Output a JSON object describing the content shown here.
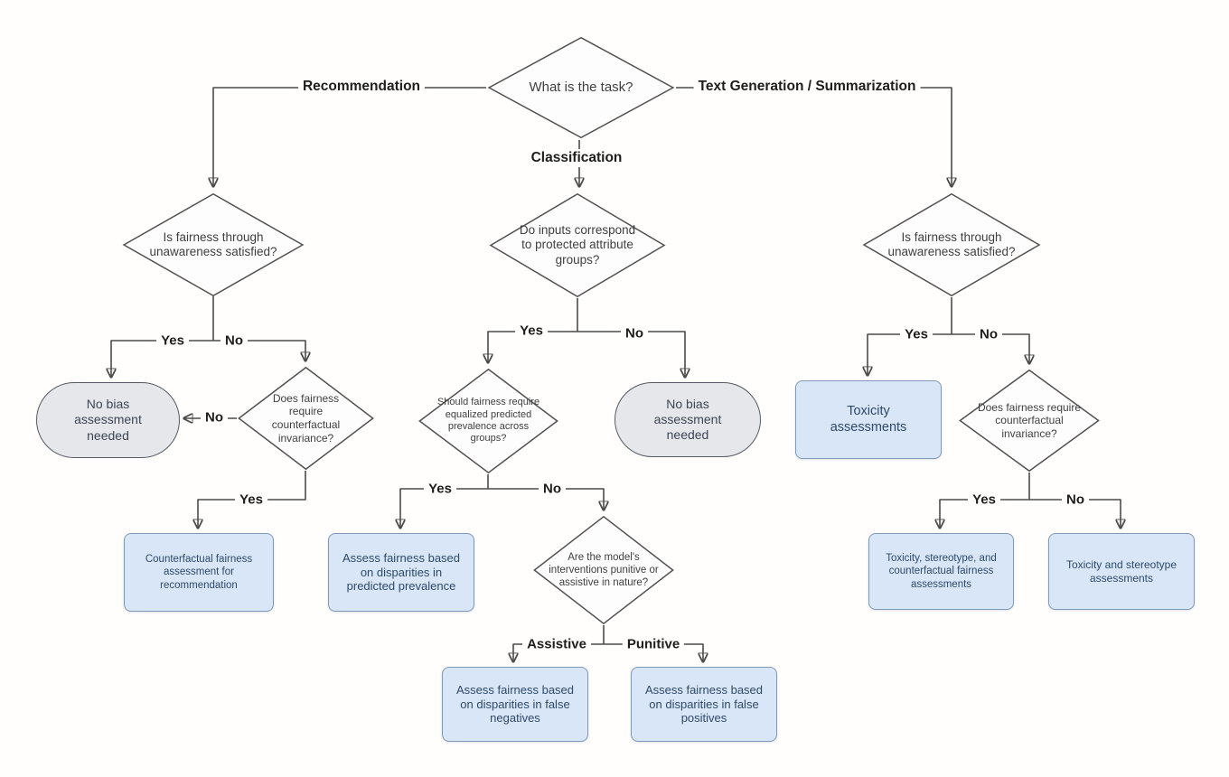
{
  "diagram": {
    "type": "decision-flowchart",
    "root_question": "What is the task?"
  },
  "nodes": {
    "root": {
      "label": "What is the task?",
      "type": "decision"
    },
    "left_q1": {
      "label": "Is fairness through unawareness satisfied?",
      "type": "decision"
    },
    "left_no_bias": {
      "label": "No bias assessment needed",
      "type": "terminator"
    },
    "left_q2": {
      "label": "Does fairness require counterfactual invariance?",
      "type": "decision"
    },
    "left_counterfactual": {
      "label": "Counterfactual fairness assessment for recommendation",
      "type": "process"
    },
    "mid_q1": {
      "label": "Do inputs correspond to protected attribute groups?",
      "type": "decision"
    },
    "mid_q2": {
      "label": "Should fairness require equalized predicted prevalence across groups?",
      "type": "decision"
    },
    "mid_no_bias": {
      "label": "No bias assessment needed",
      "type": "terminator"
    },
    "mid_prevalence": {
      "label": "Assess fairness based on disparities in predicted prevalence",
      "type": "process"
    },
    "mid_q3": {
      "label": "Are the model's interventions punitive or assistive in nature?",
      "type": "decision"
    },
    "mid_false_negatives": {
      "label": "Assess fairness based on disparities in false negatives",
      "type": "process"
    },
    "mid_false_positives": {
      "label": "Assess fairness based on disparities in false positives",
      "type": "process"
    },
    "right_q1": {
      "label": "Is fairness through unawareness satisfied?",
      "type": "decision"
    },
    "right_toxicity": {
      "label": "Toxicity assessments",
      "type": "process"
    },
    "right_q2": {
      "label": "Does fairness require counterfactual invariance?",
      "type": "decision"
    },
    "right_tox_stereo_cf": {
      "label": "Toxicity, stereotype, and counterfactual fairness assessments",
      "type": "process"
    },
    "right_tox_stereo": {
      "label": "Toxicity and stereotype assessments",
      "type": "process"
    }
  },
  "edge_labels": {
    "recommendation": "Recommendation",
    "classification": "Classification",
    "text_generation": "Text Generation / Summarization",
    "left_q1_yes": "Yes",
    "left_q1_no": "No",
    "left_q2_no": "No",
    "left_q2_yes": "Yes",
    "mid_q1_yes": "Yes",
    "mid_q1_no": "No",
    "mid_q2_yes": "Yes",
    "mid_q2_no": "No",
    "mid_q3_assistive": "Assistive",
    "mid_q3_punitive": "Punitive",
    "right_q1_yes": "Yes",
    "right_q1_no": "No",
    "right_q2_yes": "Yes",
    "right_q2_no": "No"
  },
  "colors": {
    "background": "#fffefd",
    "edge": "#4b4b4b",
    "decision_fill": "#fdfdfe",
    "decision_border": "#515151",
    "terminator_fill": "#e5e7ea",
    "terminator_border": "#565b63",
    "process_fill": "#d8e6f8",
    "process_border": "#7f99b6",
    "process_text": "#2e4a68",
    "edge_label_text": "#1e1e1e"
  }
}
